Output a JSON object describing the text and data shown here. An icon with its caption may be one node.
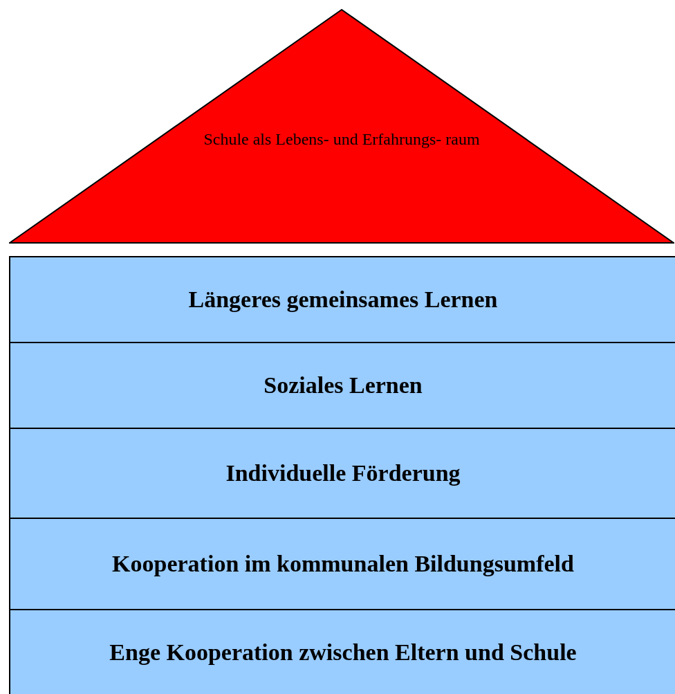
{
  "diagram": {
    "nodes": [
      {
        "text": [
          "Schule als Lebens- und Erfahrungs- raum"
        ]
      },
      {
        "text": [
          "Längeres gemeinsames Lernen"
        ]
      },
      {
        "text": [
          "Soziales Lernen"
        ]
      },
      {
        "text": [
          "Individuelle Förderung"
        ]
      },
      {
        "text": [
          "Kooperation im kommunalen Bildungsumfeld"
        ]
      },
      {
        "text": [
          "Enge Kooperation zwischen Eltern und Schule"
        ]
      }
    ],
    "edges": []
  }
}
